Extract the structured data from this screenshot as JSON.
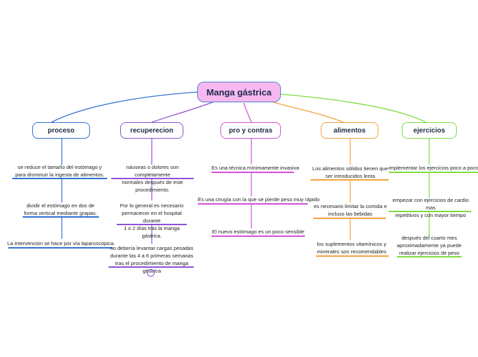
{
  "root": {
    "label": "Manga gástrica"
  },
  "branches": {
    "proceso": {
      "label": "proceso",
      "color": "#2f6fd3",
      "items": [
        "se reduce el tamaño del estómago y\npara disminuir la ingesta de alimentos.",
        "dividir el estómago en dos de\nforma vertical mediante grapas.",
        "La intervención se hace por vía laparoscópica."
      ]
    },
    "recuperecion": {
      "label": "recuperecion",
      "color": "#8d4fd6",
      "items": [
        "náuseas o dolores son completamente\nnormales después de este procedimiento.",
        "Por lo general es necesario\npermanecer en el hospital durante\n1 o 2 días tras la manga gástrica.",
        "no debería levantar cargas pesadas\ndurante las 4 a 6 primeras semanas\ntras el procedimiento de manga gástrica"
      ],
      "collapse_icon": "minus-circle-icon"
    },
    "pro_y_contras": {
      "label": "pro y contras",
      "color": "#d24fd6",
      "items": [
        "Es una técnica mínimamente invasiva",
        "Es una cirugía con la que se pierde peso muy rápido",
        "El nuevo estómago es un poco sensible"
      ]
    },
    "alimentos": {
      "label": "alimentos",
      "color": "#f2a13a",
      "items": [
        "Los alimentos sólidos tienen que\nser introducidos lenta",
        "es necesario limitar la comida e\nincluso las bebidas",
        "los suplementos vitamínicos y\nminerales son recomendables"
      ]
    },
    "ejercicios": {
      "label": "ejercicios",
      "color": "#7cdc3e",
      "items": [
        "implementar los ejercicios poco a poco",
        "empezar con ejercicios de cardio mas\nrepetitivos y con mayor tiempo",
        "después del cuarto mes\naproximadamente ya puede\nrealizar ejercicios de peso"
      ]
    }
  },
  "colors": {
    "root_fill": "#f7b8f2",
    "root_border": "#4a86c5"
  }
}
